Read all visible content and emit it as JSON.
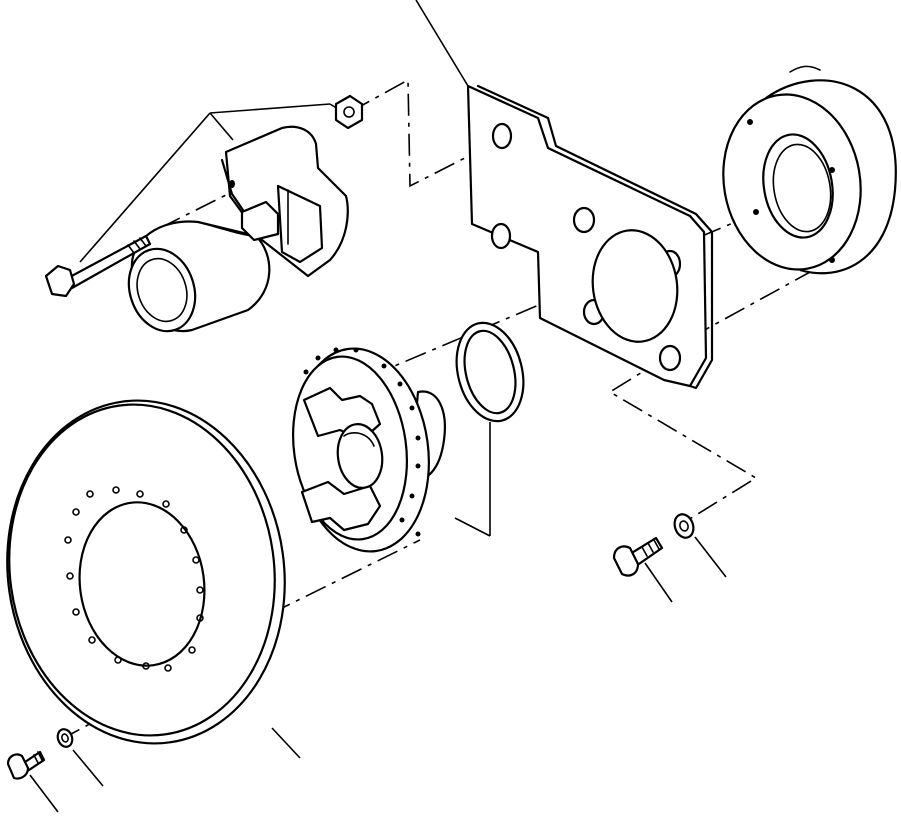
{
  "diagram": {
    "type": "exploded-parts-view",
    "components": [
      {
        "name": "brake-caliper"
      },
      {
        "name": "caliper-bolt"
      },
      {
        "name": "caliper-nut"
      },
      {
        "name": "mounting-bracket"
      },
      {
        "name": "seal-retainer"
      },
      {
        "name": "o-ring"
      },
      {
        "name": "wheel-hub"
      },
      {
        "name": "brake-disc"
      },
      {
        "name": "disc-bolt"
      },
      {
        "name": "disc-washer"
      },
      {
        "name": "bracket-bolt"
      },
      {
        "name": "bracket-washer"
      }
    ],
    "callout_labels": []
  }
}
